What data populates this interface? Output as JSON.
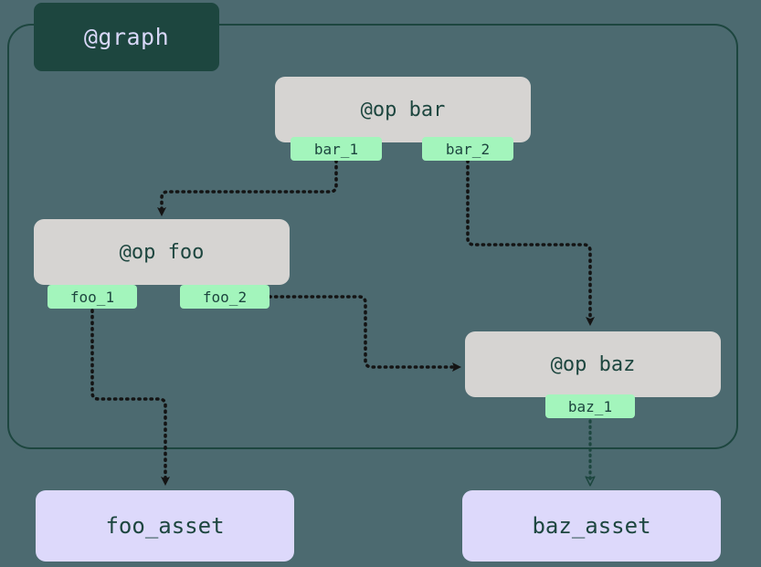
{
  "diagram": {
    "kind": "dagster-op-graph",
    "background_color": "#4c6a70",
    "cluster": {
      "label": "@graph",
      "label_fill": "#1d463f",
      "label_text_color": "#d8d7f8",
      "border_color": "#1d463f"
    },
    "colors": {
      "op_fill": "#d6d4d2",
      "op_text": "#1d463f",
      "port_fill": "#a3f5bc",
      "port_text": "#1d463f",
      "asset_fill": "#ddd9fb",
      "asset_text": "#1d463f",
      "edge_default": "#141414",
      "edge_asset": "#1d463f"
    },
    "nodes": [
      {
        "id": "bar",
        "type": "op",
        "label": "@op bar"
      },
      {
        "id": "foo",
        "type": "op",
        "label": "@op foo"
      },
      {
        "id": "baz",
        "type": "op",
        "label": "@op baz"
      },
      {
        "id": "foo_asset",
        "type": "asset",
        "label": "foo_asset"
      },
      {
        "id": "baz_asset",
        "type": "asset",
        "label": "baz_asset"
      }
    ],
    "ports": [
      {
        "id": "bar_1",
        "parent": "bar",
        "label": "bar_1"
      },
      {
        "id": "bar_2",
        "parent": "bar",
        "label": "bar_2"
      },
      {
        "id": "foo_1",
        "parent": "foo",
        "label": "foo_1"
      },
      {
        "id": "foo_2",
        "parent": "foo",
        "label": "foo_2"
      },
      {
        "id": "baz_1",
        "parent": "baz",
        "label": "baz_1"
      }
    ],
    "edges": [
      {
        "from": "bar_1",
        "to": "foo",
        "style": "dotted",
        "color": "#141414",
        "arrow": "filled"
      },
      {
        "from": "bar_2",
        "to": "baz",
        "style": "dotted",
        "color": "#141414",
        "arrow": "filled"
      },
      {
        "from": "foo_2",
        "to": "baz",
        "style": "dotted",
        "color": "#141414",
        "arrow": "filled"
      },
      {
        "from": "foo_1",
        "to": "foo_asset",
        "style": "dotted",
        "color": "#141414",
        "arrow": "filled"
      },
      {
        "from": "baz_1",
        "to": "baz_asset",
        "style": "dotted",
        "color": "#1d463f",
        "arrow": "hollow"
      }
    ]
  }
}
